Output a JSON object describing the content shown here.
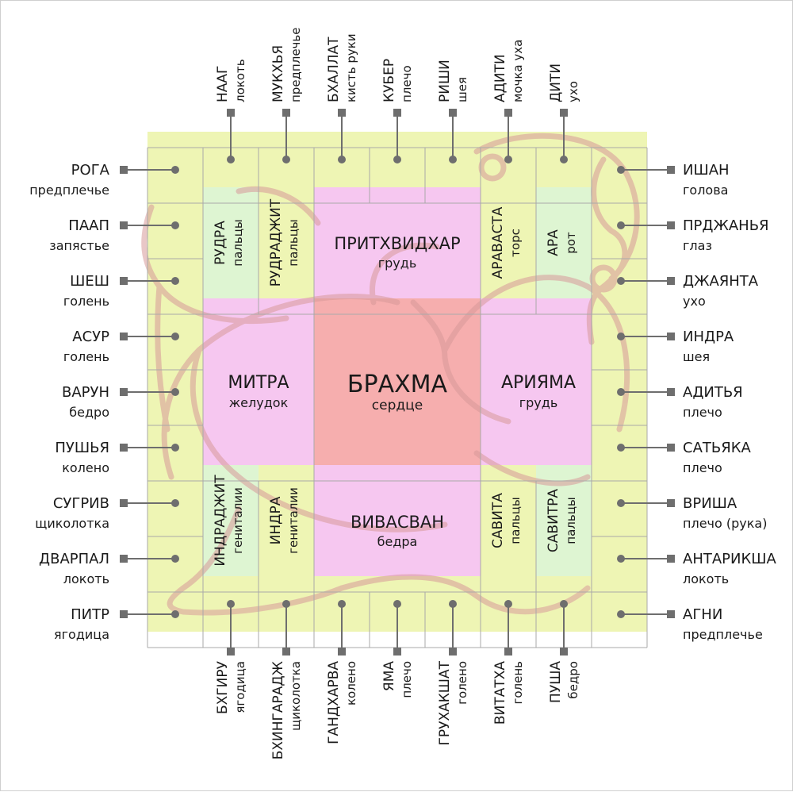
{
  "colors": {
    "outer_band": "#eef5b4",
    "light_green": "#def5d2",
    "pink": "#f6c7f0",
    "center": "#f6aeae",
    "grid_line": "#a9a9a9",
    "connector": "#6e6e6e",
    "text": "#1a1a1a",
    "figure_outline": "#d89a9a"
  },
  "center": {
    "name": "БРАХМА",
    "part": "сердце"
  },
  "inner_zones": {
    "pritkhvidkhar": {
      "name": "ПРИТХВИДХАР",
      "part": "грудь"
    },
    "mitra": {
      "name": "МИТРА",
      "part": "желудок"
    },
    "ariyama": {
      "name": "АРИЯМА",
      "part": "грудь"
    },
    "vivasvan": {
      "name": "ВИВАСВАН",
      "part": "бедра"
    }
  },
  "corner_zones": {
    "rudra": {
      "name": "РУДРА",
      "part": "пальцы"
    },
    "rudradzhit": {
      "name": "РУДРАДЖИТ",
      "part": "пальцы"
    },
    "aravasta": {
      "name": "АРАВАСТА",
      "part": "торс"
    },
    "ara": {
      "name": "АРА",
      "part": "рот"
    },
    "indradzhit": {
      "name": "ИНДРАДЖИТ",
      "part": "гениталии"
    },
    "indra_inner": {
      "name": "ИНДРА",
      "part": "гениталии"
    },
    "savita": {
      "name": "САВИТА",
      "part": "пальцы"
    },
    "savitra": {
      "name": "САВИТРА",
      "part": "пальцы"
    }
  },
  "top_labels": [
    {
      "name": "НААГ",
      "part": "локоть"
    },
    {
      "name": "МУКХЬЯ",
      "part": "предплечье"
    },
    {
      "name": "БХАЛЛАТ",
      "part": "кисть руки"
    },
    {
      "name": "КУБЕР",
      "part": "плечо"
    },
    {
      "name": "РИШИ",
      "part": "шея"
    },
    {
      "name": "АДИТИ",
      "part": "мочка уха"
    },
    {
      "name": "ДИТИ",
      "part": "ухо"
    }
  ],
  "bottom_labels": [
    {
      "name": "БХГИРУ",
      "part": "ягодица"
    },
    {
      "name": "БХИНГАРАДЖ",
      "part": "щиколотка"
    },
    {
      "name": "ГАНДХАРВА",
      "part": "колено"
    },
    {
      "name": "ЯМА",
      "part": "плечо"
    },
    {
      "name": "ГРУХАКШАТ",
      "part": "голено"
    },
    {
      "name": "ВИТАТХА",
      "part": "голень"
    },
    {
      "name": "ПУША",
      "part": "бедро"
    }
  ],
  "left_labels": [
    {
      "name": "РОГА",
      "part": "предплечье"
    },
    {
      "name": "ПААП",
      "part": "запястье"
    },
    {
      "name": "ШЕШ",
      "part": "голень"
    },
    {
      "name": "АСУР",
      "part": "голень"
    },
    {
      "name": "ВАРУН",
      "part": "бедро"
    },
    {
      "name": "ПУШЬЯ",
      "part": "колено"
    },
    {
      "name": "СУГРИВ",
      "part": "щиколотка"
    },
    {
      "name": "ДВАРПАЛ",
      "part": "локоть"
    },
    {
      "name": "ПИТР",
      "part": "ягодица"
    }
  ],
  "right_labels": [
    {
      "name": "ИШАН",
      "part": "голова"
    },
    {
      "name": "ПРДЖАНЬЯ",
      "part": "глаз"
    },
    {
      "name": "ДЖАЯНТА",
      "part": "ухо"
    },
    {
      "name": "ИНДРА",
      "part": "шея"
    },
    {
      "name": "АДИТЬЯ",
      "part": "плечо"
    },
    {
      "name": "САТЬЯКА",
      "part": "плечо"
    },
    {
      "name": "ВРИША",
      "part": "плечо (рука)"
    },
    {
      "name": "АНТАРИКША",
      "part": "локоть"
    },
    {
      "name": "АГНИ",
      "part": "предплечье"
    }
  ]
}
